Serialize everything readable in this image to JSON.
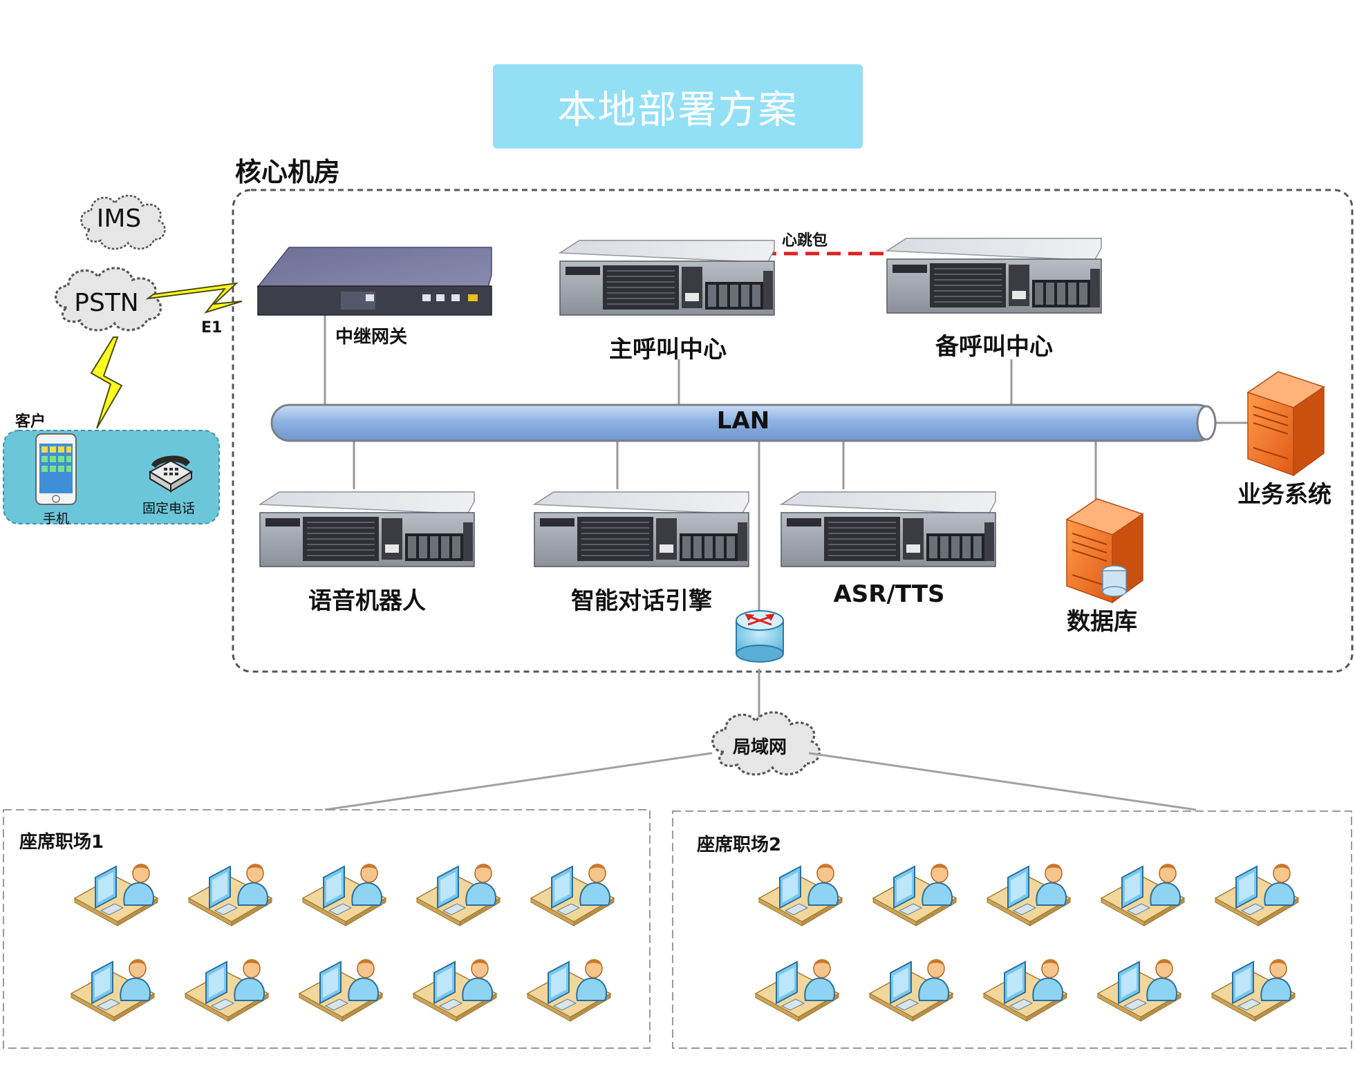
{
  "title": "本地部署方案",
  "core_room": {
    "label": "核心机房",
    "gateway": "中继网关",
    "main_cc": "主呼叫中心",
    "backup_cc": "备呼叫中心",
    "heartbeat": "心跳包",
    "lan": "LAN",
    "voice_robot": "语音机器人",
    "dialog_engine": "智能对话引擎",
    "asr_tts": "ASR/TTS",
    "database": "数据库"
  },
  "business_system": "业务系统",
  "carrier": {
    "ims": "IMS",
    "pstn": "PSTN",
    "e1": "E1"
  },
  "customer": {
    "label": "客户",
    "mobile": "手机",
    "landline": "固定电话"
  },
  "local_network": "局域网",
  "seat_areas": [
    {
      "label": "座席职场1"
    },
    {
      "label": "座席职场2"
    }
  ],
  "colors": {
    "title_bg": "#93e0f6",
    "lan_pipe": "#8fb3e3",
    "heartbeat": "#e02020",
    "customer_bg": "#6cc6d9",
    "server_orange": "#f06a24",
    "lightning": "#ffff20"
  }
}
